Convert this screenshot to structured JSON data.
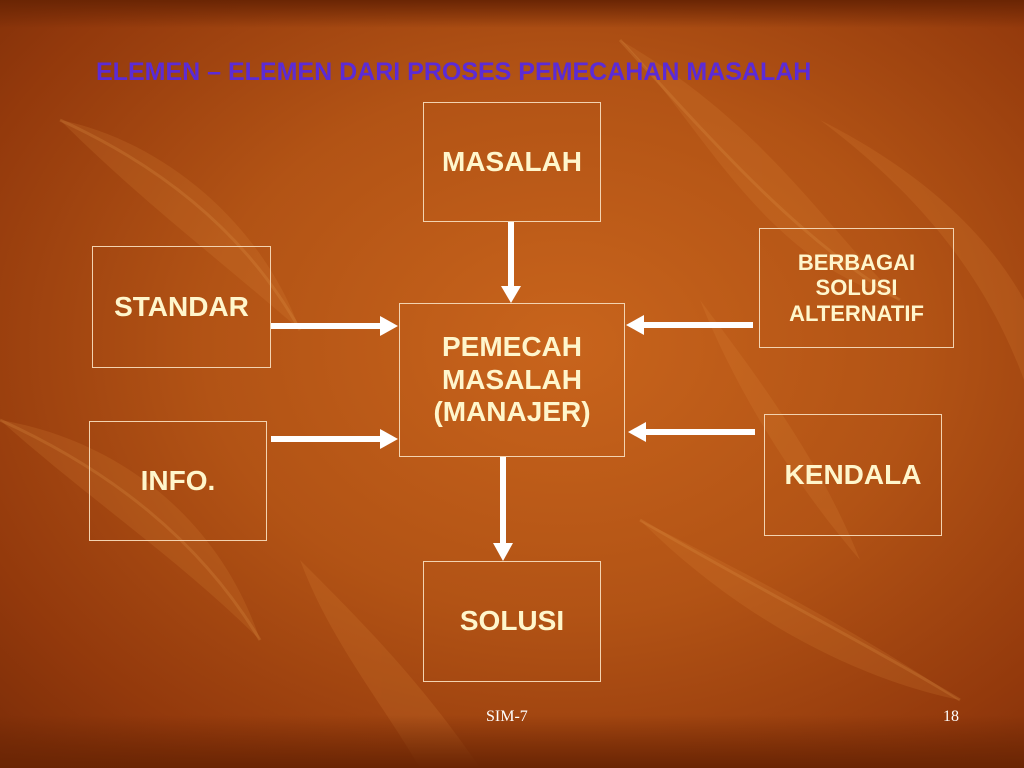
{
  "slide": {
    "title": "ELEMEN – ELEMEN DARI PROSES PEMECAHAN MASALAH",
    "nodes": {
      "masalah": "MASALAH",
      "standar": "STANDAR",
      "pemecah": "PEMECAH\nMASALAH\n(MANAJER)",
      "solusi_alternatif": "BERBAGAI\nSOLUSI\nALTERNATIF",
      "info": "INFO.",
      "kendala": "KENDALA",
      "solusi": "SOLUSI"
    },
    "footer": {
      "label": "SIM-7",
      "page_number": "18"
    }
  },
  "colors": {
    "title": "#5b2bd6",
    "box_text": "#fff6cc",
    "box_border": "#f3d3b0",
    "arrow": "#ffffff",
    "background": "#b25315"
  }
}
